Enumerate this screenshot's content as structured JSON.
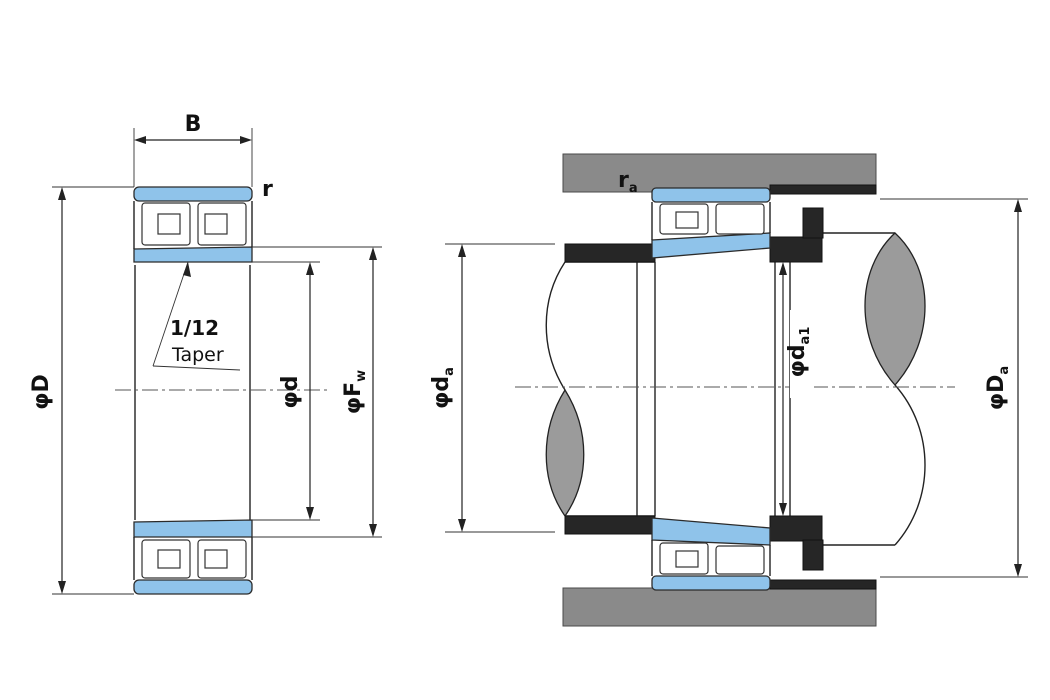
{
  "labels": {
    "B": "B",
    "r": "r",
    "D": "D",
    "d": "d",
    "F": "F",
    "F_sub": "w",
    "taper_ratio": "1/12",
    "taper_word": "Taper",
    "ra": "r",
    "ra_sub": "a",
    "da": "d",
    "da_sub": "a",
    "da1": "d",
    "da1_sub": "a1",
    "Da": "D",
    "Da_sub": "a",
    "phi": "φ"
  },
  "colors": {
    "bearing_ring": "#8fc3ea",
    "housing": "#8a8a8a",
    "shaft_section": "#9b9b9b",
    "sleeve_dark": "#262626"
  }
}
